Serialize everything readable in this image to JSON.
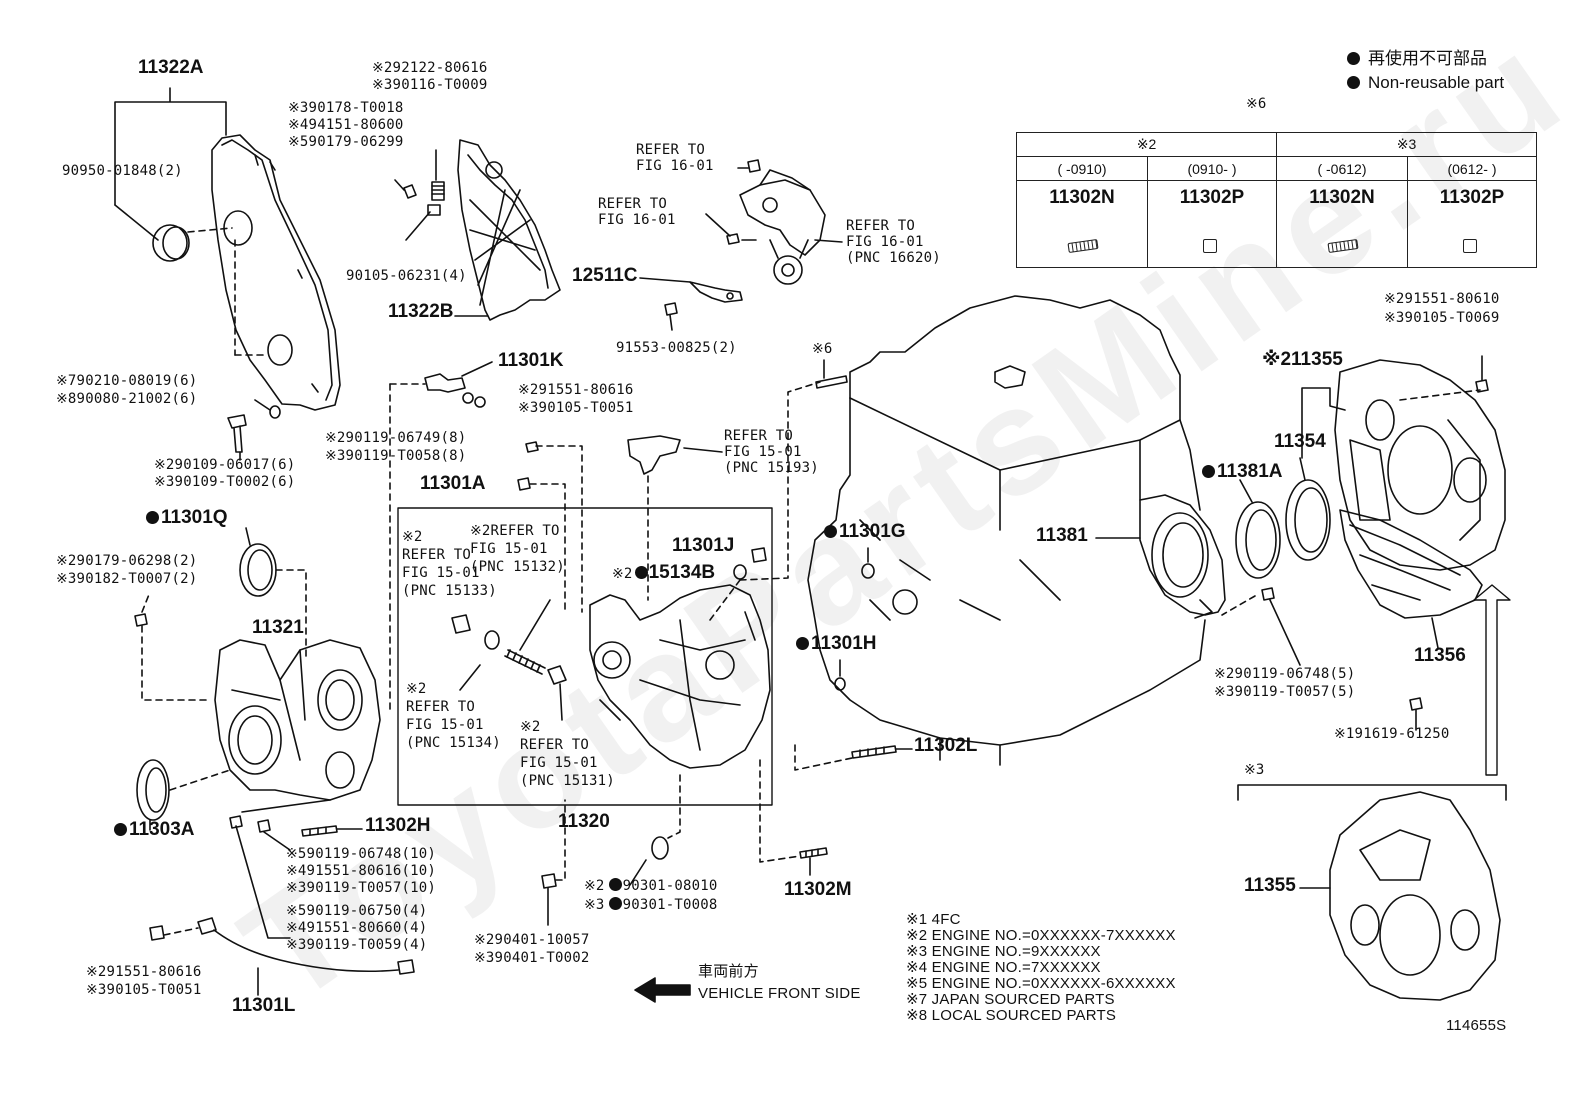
{
  "legend": {
    "jp": "再使用不可部品",
    "en": "Non-reusable part"
  },
  "applicability_table": {
    "group_mark": "※6",
    "col_groups": [
      "※2",
      "※3"
    ],
    "ranges": [
      "(      -0910)",
      "(0910-      )",
      "(      -0612)",
      "(0612-      )"
    ],
    "parts": [
      "11302N",
      "11302P",
      "11302N",
      "11302P"
    ]
  },
  "watermark": "ToyotaPartsMine.ru",
  "figure_code": "114655S",
  "direction": {
    "jp": "車両前方",
    "en": "VEHICLE FRONT SIDE"
  },
  "notes": [
    "※1 4FC",
    "※2 ENGINE NO.=0XXXXXX-7XXXXXX",
    "※3 ENGINE NO.=9XXXXXX",
    "※4 ENGINE NO.=7XXXXXX",
    "※5 ENGINE NO.=0XXXXXX-6XXXXXX",
    "※7 JAPAN SOURCED PARTS",
    "※8 LOCAL SOURCED PARTS"
  ],
  "labels": {
    "p11322A": "11322A",
    "p90950": "90950-01848(2)",
    "p292122": "※292122-80616",
    "p390116": "※390116-T0009",
    "p390178": "※390178-T0018",
    "p494151": "※494151-80600",
    "p590179": "※590179-06299",
    "p90105": "90105-06231(4)",
    "p11322B": "11322B",
    "p790210": "※790210-08019(6)",
    "p890080": "※890080-21002(6)",
    "p290109": "※290109-06017(6)",
    "p390109": "※390109-T0002(6)",
    "refer16a": "REFER TO\nFIG 16-01",
    "refer16b": "REFER TO\nFIG 16-01",
    "refer16c": "REFER TO\nFIG 16-01\n(PNC 16620)",
    "p12511C": "12511C",
    "p91553": "91553-00825(2)",
    "p11301K": "11301K",
    "p291551a": "※291551-80616",
    "p390105a": "※390105-T0051",
    "p290119a": "※290119-06749(8)",
    "p390119a": "※390119-T0058(8)",
    "p11301A": "11301A",
    "refer15193": "REFER TO\nFIG 15-01\n(PNC 15193)",
    "p11301Q": "11301Q",
    "p290179": "※290179-06298(2)",
    "p390182": "※390182-T0007(2)",
    "refer15133": "※2\nREFER TO\nFIG 15-01\n(PNC 15133)",
    "refer15132": "※2REFER TO\nFIG 15-01\n(PNC 15132)",
    "p11301J": "11301J",
    "p15134B": "15134B",
    "p15134Bmark": "※2",
    "p11321": "11321",
    "refer15134": "※2\nREFER TO\nFIG 15-01\n(PNC 15134)",
    "refer15131": "※2\nREFER TO\nFIG 15-01\n(PNC 15131)",
    "p11303A": "11303A",
    "p11302H": "11302H",
    "p11320": "11320",
    "p590119a": "※590119-06748(10)",
    "p491551a": "※491551-80616(10)",
    "p390119b": "※390119-T0057(10)",
    "p590119b": "※590119-06750(4)",
    "p491551b": "※491551-80660(4)",
    "p390119c": "※390119-T0059(4)",
    "p290301": "90301-08010",
    "p390301": "90301-T0008",
    "p290301mark": "※2",
    "p390301mark": "※3",
    "p290401": "※290401-10057",
    "p390401": "※390401-T0002",
    "p11302M": "11302M",
    "p291551b": "※291551-80616",
    "p390105b": "※390105-T0051",
    "p11301L": "11301L",
    "mark6": "※6",
    "p11301G": "11301G",
    "p11301H": "11301H",
    "p11302L": "11302L",
    "p11381": "11381",
    "p11381A": "11381A",
    "p291551c": "※291551-80610",
    "p390105c": "※390105-T0069",
    "p11355a": "※211355",
    "p11354": "11354",
    "p11356": "11356",
    "p290119b": "※290119-06748(5)",
    "p390119d": "※390119-T0057(5)",
    "p191619": "※191619-61250",
    "mark3": "※3",
    "p11355b": "11355"
  }
}
